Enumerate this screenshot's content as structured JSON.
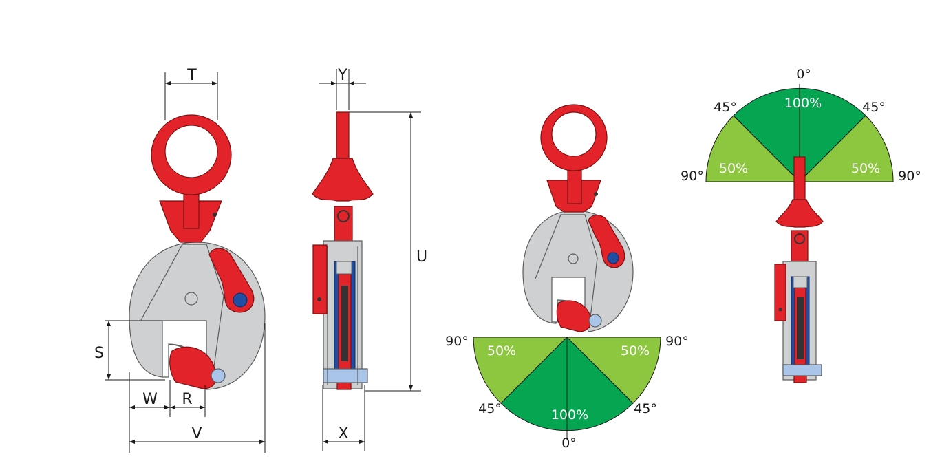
{
  "dimensions": {
    "T": "T",
    "Y": "Y",
    "U": "U",
    "S": "S",
    "W": "W",
    "R": "R",
    "V": "V",
    "X": "X"
  },
  "lower_diagram": {
    "angle_left": "90°",
    "angle_right": "90°",
    "angle_45_left": "45°",
    "angle_45_right": "45°",
    "angle_bottom": "0°",
    "pct_left": "50%",
    "pct_right": "50%",
    "pct_center": "100%"
  },
  "upper_diagram": {
    "angle_top": "0°",
    "angle_45_left": "45°",
    "angle_45_right": "45°",
    "angle_left": "90°",
    "angle_right": "90°",
    "pct_center": "100%",
    "pct_left": "50%",
    "pct_right": "50%"
  },
  "colors": {
    "clamp_red": "#e2232a",
    "clamp_grey": "#cfd0d2",
    "zone_full": "#06a551",
    "zone_half": "#8dc63f",
    "pivot_blue": "#1f4ea3",
    "pin_light_blue": "#a9c6ea"
  }
}
